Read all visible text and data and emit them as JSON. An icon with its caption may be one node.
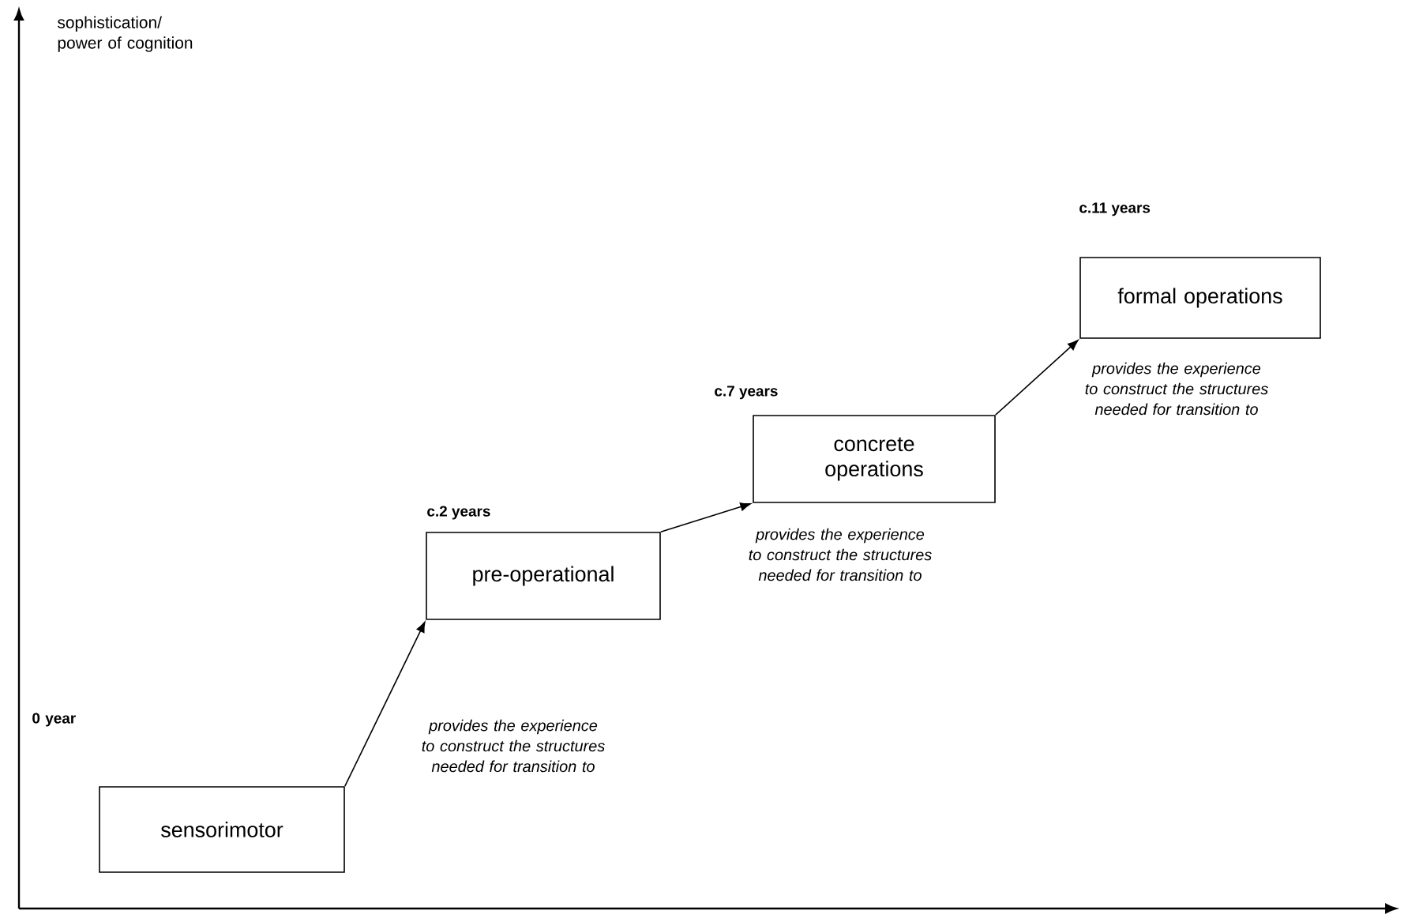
{
  "diagram": {
    "nodes": [
      {
        "text": [
          "sensorimotor"
        ]
      },
      {
        "text": [
          "pre-operational"
        ],
        "beside": [
          "c.2 years"
        ]
      },
      {
        "text": [
          "concrete operations"
        ],
        "beside": [
          "c.7 years"
        ]
      },
      {
        "text": [
          "formal operations"
        ],
        "beside": [
          "c.11 years"
        ]
      }
    ],
    "edges": [
      {
        "from": 0,
        "to": 1,
        "arrow": "to",
        "label": "provides the experience to construct the structures needed for transition to"
      },
      {
        "from": 1,
        "to": 2,
        "arrow": "to",
        "label": "provides the experience to construct the structures needed for transition to"
      },
      {
        "from": 2,
        "to": 3,
        "arrow": "to",
        "label": "provides the experience to construct the structures needed for transition to"
      }
    ],
    "labels": [
      "sophistication/ power of cognition",
      "0 year"
    ]
  }
}
